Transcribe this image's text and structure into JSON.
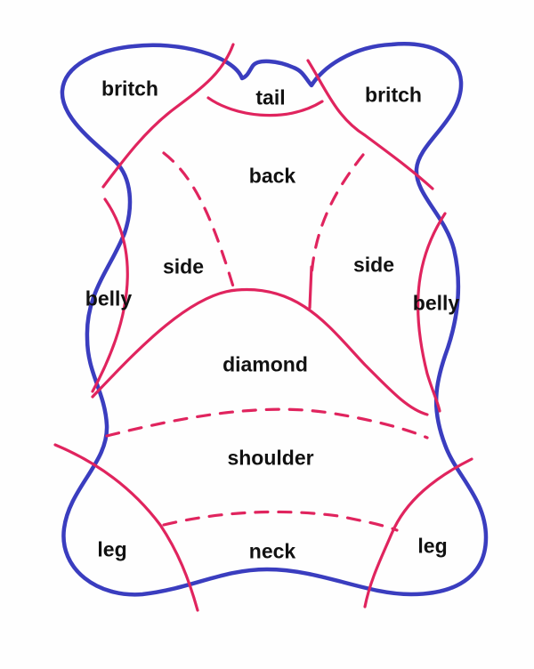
{
  "labels": {
    "britch_left": "britch",
    "tail": "tail",
    "britch_right": "britch",
    "back": "back",
    "side_left": "side",
    "side_right": "side",
    "belly_left": "belly",
    "belly_right": "belly",
    "diamond": "diamond",
    "shoulder": "shoulder",
    "leg_left": "leg",
    "neck": "neck",
    "leg_right": "leg"
  },
  "colors": {
    "outline": "#3a3dbf",
    "cut_lines": "#e0245e",
    "text": "#111111"
  }
}
